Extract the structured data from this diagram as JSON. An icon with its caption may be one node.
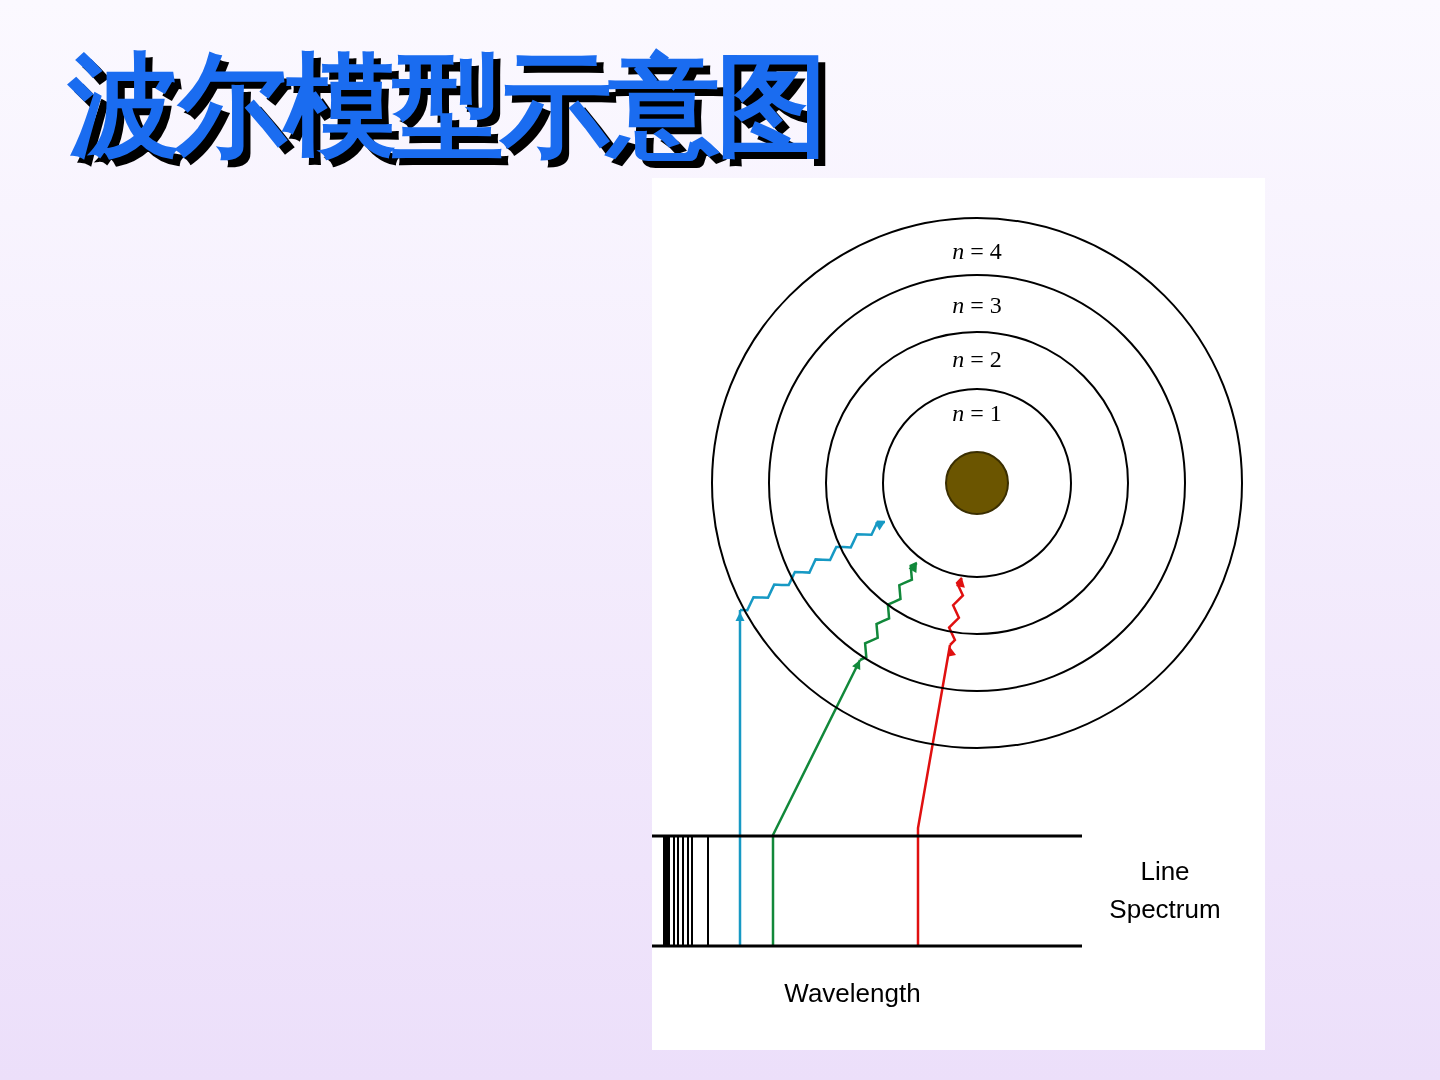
{
  "diagram": {
    "title": "波尔模型示意图",
    "nodes": [
      {
        "text": [
          "*n* = 4"
        ]
      },
      {
        "text": [
          "*n* = 3"
        ],
        "in": 0
      },
      {
        "text": [
          "*n* = 2"
        ],
        "in": 1
      },
      {
        "text": [
          "*n* = 1"
        ],
        "in": 2
      },
      {
        "text": [],
        "shape": "circle",
        "in": 3
      }
    ],
    "labels": [
      "Line Spectrum",
      "Wavelength"
    ]
  }
}
